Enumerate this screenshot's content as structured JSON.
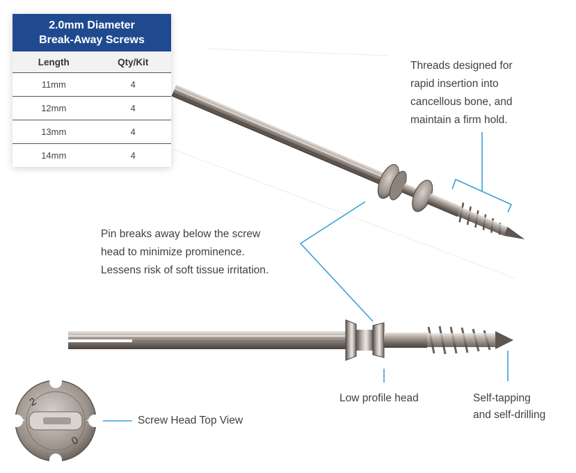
{
  "table": {
    "title_line1": "2.0mm Diameter",
    "title_line2": "Break-Away Screws",
    "columns": [
      "Length",
      "Qty/Kit"
    ],
    "rows": [
      {
        "length": "11mm",
        "qty": "4"
      },
      {
        "length": "12mm",
        "qty": "4"
      },
      {
        "length": "13mm",
        "qty": "4"
      },
      {
        "length": "14mm",
        "qty": "4"
      }
    ],
    "header_color": "#1f4a8f"
  },
  "callouts": {
    "threads": [
      "Threads designed for",
      "rapid insertion into",
      "cancellous bone, and",
      "maintain a firm hold."
    ],
    "pin": [
      "Pin breaks away below the screw",
      "head to minimize prominence.",
      "Lessens risk of soft tissue irritation."
    ],
    "low_profile": "Low profile head",
    "self_tapping": [
      "Self-tapping",
      "and self-drilling"
    ],
    "top_view": "Screw Head Top View"
  },
  "top_view_digits": [
    "2",
    "0"
  ],
  "leader_color": "#3aa0d8"
}
